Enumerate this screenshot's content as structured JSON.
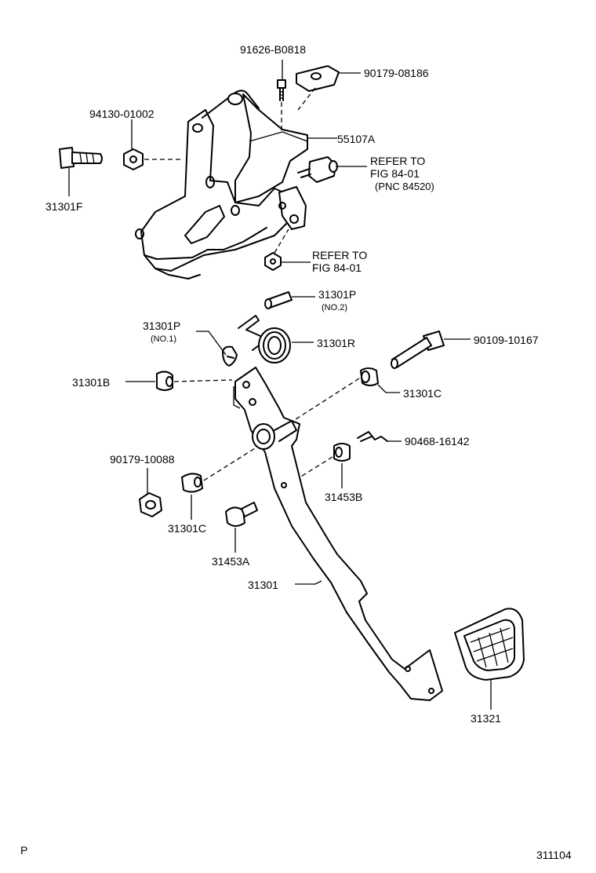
{
  "labels": {
    "p91626_b0818": "91626-B0818",
    "p90179_08186": "90179-08186",
    "p94130_01002": "94130-01002",
    "p55107a": "55107A",
    "refer_fig_84_01_a_line1": "REFER TO",
    "refer_fig_84_01_a_line2": "FIG 84-01",
    "refer_fig_84_01_a_line3": "(PNC 84520)",
    "p31301f": "31301F",
    "refer_fig_84_01_b_line1": "REFER TO",
    "refer_fig_84_01_b_line2": "FIG 84-01",
    "p31301p_no2": "31301P",
    "p31301p_no2_sub": "(NO.2)",
    "p31301p_no1": "31301P",
    "p31301p_no1_sub": "(NO.1)",
    "p31301r": "31301R",
    "p90109_10167": "90109-10167",
    "p31301b": "31301B",
    "p31301c_right": "31301C",
    "p90468_16142": "90468-16142",
    "p90179_10088": "90179-10088",
    "p31453b": "31453B",
    "p31301c_left": "31301C",
    "p31453a": "31453A",
    "p31301": "31301",
    "p31321": "31321",
    "corner_code": "P",
    "figure_number": "311104"
  }
}
